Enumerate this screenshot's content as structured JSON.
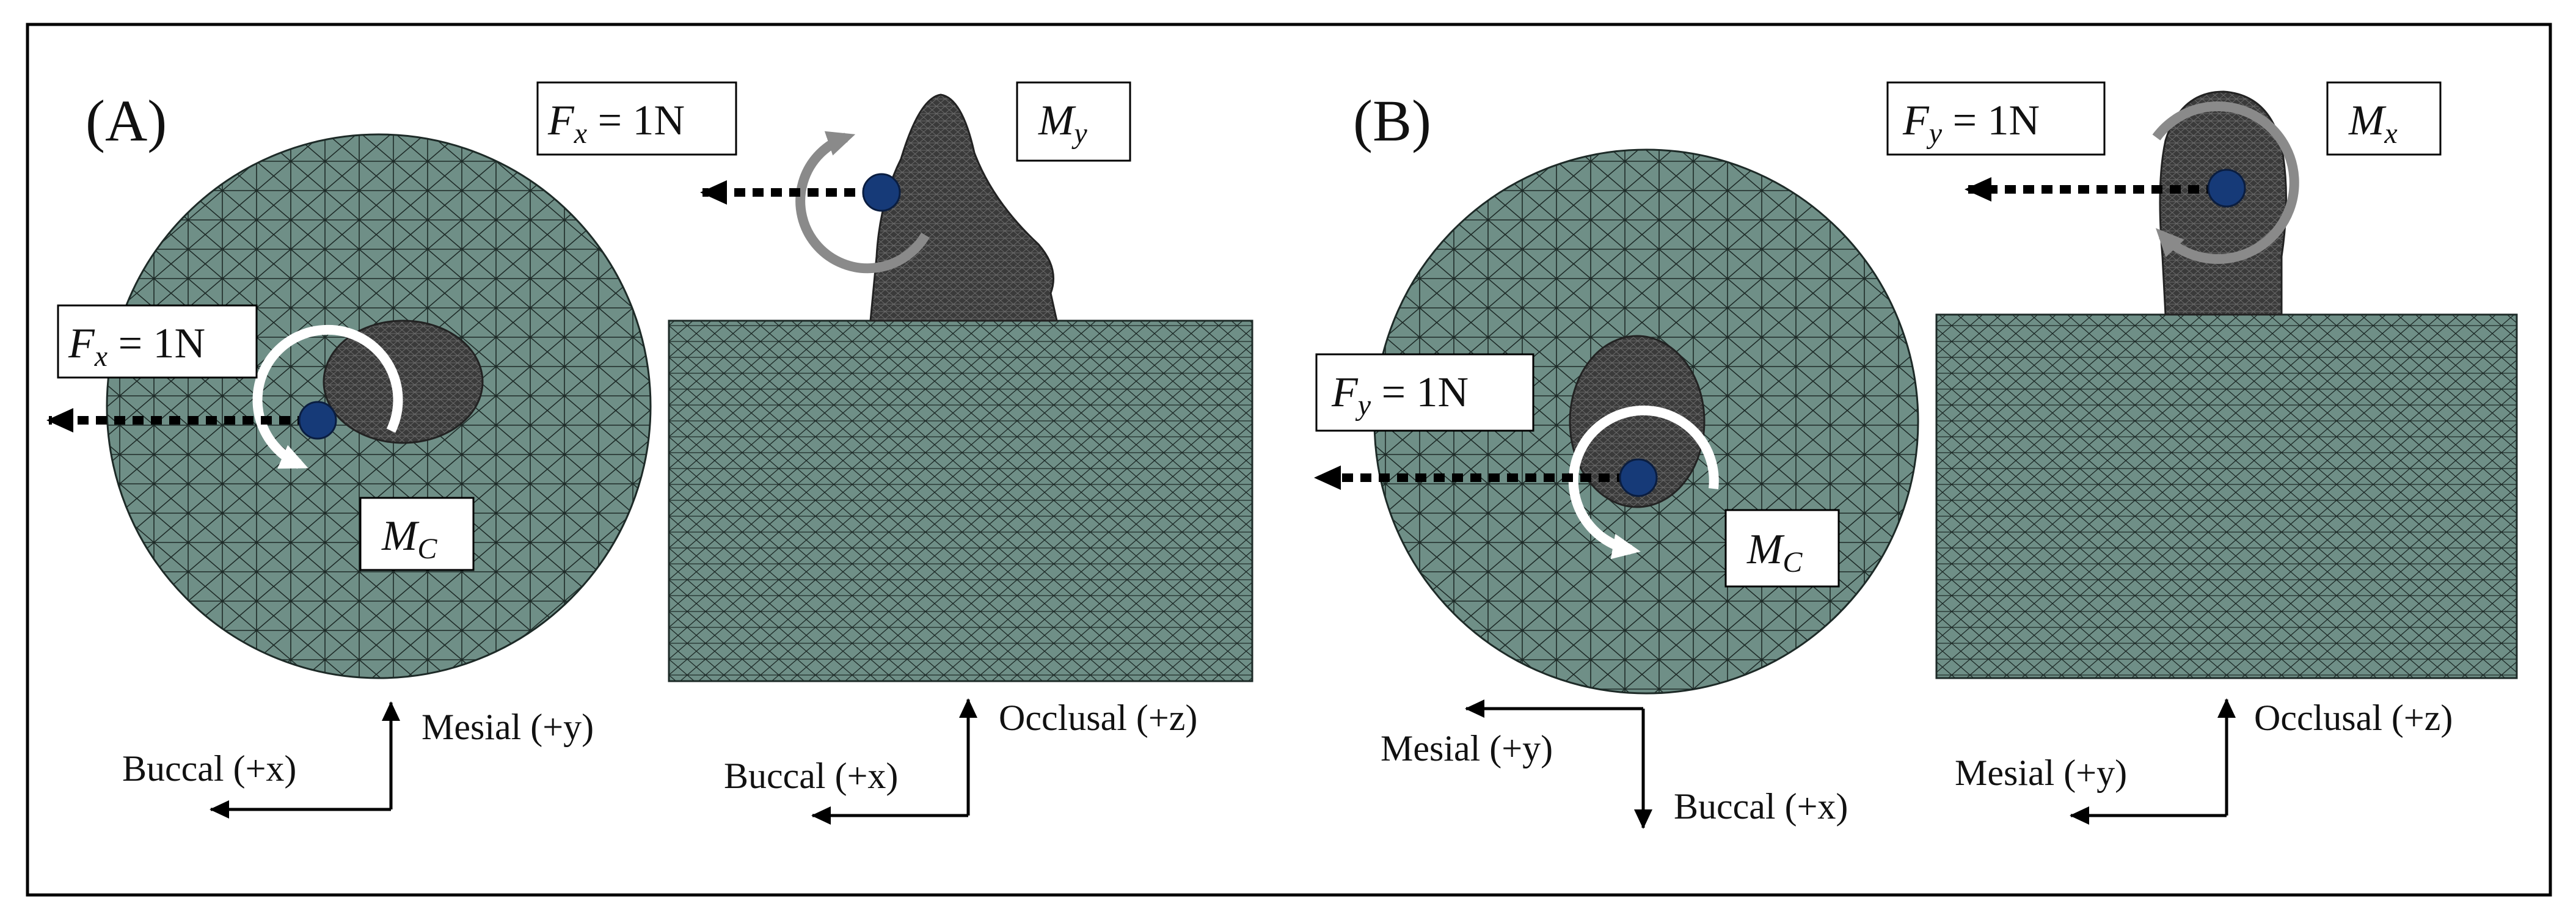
{
  "panels": {
    "A": {
      "label": "(A)",
      "top_view": {
        "force": {
          "var": "F",
          "sub": "x",
          "rest": " = 1N"
        },
        "moment": {
          "var": "M",
          "sub": "C"
        },
        "axes": {
          "horizontal": "Buccal (+x)",
          "vertical": "Mesial (+y)"
        }
      },
      "side_view": {
        "force": {
          "var": "F",
          "sub": "x",
          "rest": " = 1N"
        },
        "moment": {
          "var": "M",
          "sub": "y"
        },
        "axes": {
          "horizontal": "Buccal (+x)",
          "vertical": "Occlusal (+z)"
        }
      }
    },
    "B": {
      "label": "(B)",
      "top_view": {
        "force": {
          "var": "F",
          "sub": "y",
          "rest": " = 1N"
        },
        "moment": {
          "var": "M",
          "sub": "C"
        },
        "axes": {
          "horizontal": "Mesial (+y)",
          "vertical": "Buccal (+x)"
        }
      },
      "side_view": {
        "force": {
          "var": "F",
          "sub": "y",
          "rest": " = 1N"
        },
        "moment": {
          "var": "M",
          "sub": "x"
        },
        "axes": {
          "horizontal": "Mesial (+y)",
          "vertical": "Occlusal (+z)"
        }
      }
    }
  },
  "colors": {
    "mesh_fill": "#6f8f87",
    "mesh_line": "#1d2a27",
    "tooth_fill": "#3a3a3a",
    "load_point": "#163a78",
    "moment_arrow_top": "#ffffff",
    "moment_arrow_side": "#8a8a8a"
  }
}
